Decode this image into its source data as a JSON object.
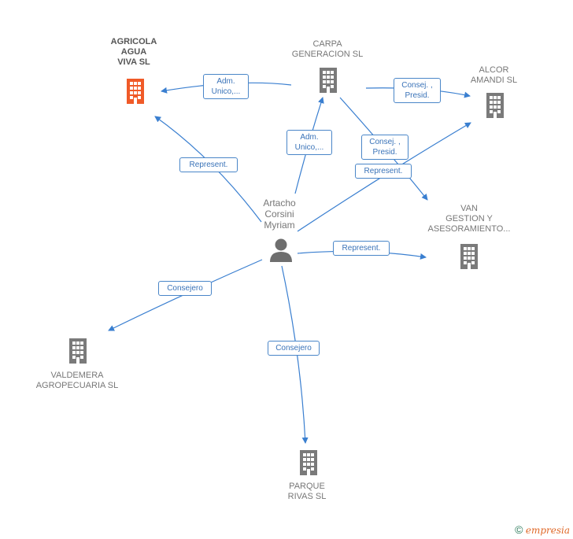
{
  "colors": {
    "edge": "#3a7fd0",
    "company": "#7a7a7a",
    "main_company": "#f05a28",
    "person": "#6e6e6e"
  },
  "nodes": {
    "agricola": {
      "label": "AGRICOLA\nAGUA\nVIVA  SL",
      "icon": "building-icon"
    },
    "carpa": {
      "label": "CARPA\nGENERACION SL",
      "icon": "building-icon"
    },
    "alcor": {
      "label": "ALCOR\nAMANDI SL",
      "icon": "building-icon"
    },
    "van": {
      "label": "VAN\nGESTION Y\nASESORAMIENTO...",
      "icon": "building-icon"
    },
    "person": {
      "label": "Artacho\nCorsini\nMyriam",
      "icon": "person-icon"
    },
    "valdemera": {
      "label": "VALDEMERA\nAGROPECUARIA SL",
      "icon": "building-icon"
    },
    "parque": {
      "label": "PARQUE\nRIVAS SL",
      "icon": "building-icon"
    }
  },
  "edges": {
    "carpa_agricola": "Adm.\nUnico,...",
    "carpa_alcor": "Consej. ,\nPresid.",
    "person_carpa": "Adm.\nUnico,...",
    "carpa_van": "Consej. ,\nPresid.",
    "person_agricola": "Represent.",
    "person_alcor": "Represent.",
    "person_van": "Represent.",
    "person_valdemera": "Consejero",
    "person_parque": "Consejero"
  },
  "footer": {
    "copyright": "©",
    "brand": "mpresia",
    "brand_initial": "e"
  }
}
